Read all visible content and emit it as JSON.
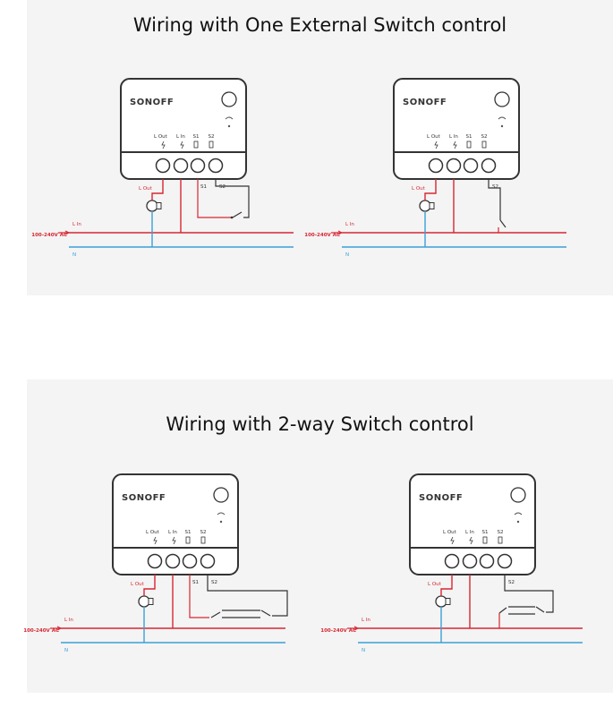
{
  "sections": [
    {
      "title": "Wiring with One External Switch control"
    },
    {
      "title": "Wiring with 2-way Switch control"
    }
  ],
  "device": {
    "brand": "SONOFF",
    "terminals": [
      "L Out",
      "L In",
      "S1",
      "S2"
    ]
  },
  "wires": {
    "l_out": "L Out",
    "l_in": "L In",
    "s1": "S1",
    "s2": "S2",
    "supply": "100-240V AC",
    "neutral": "N"
  },
  "colors": {
    "live": "#d72631",
    "neutral": "#3aa0d8",
    "device_stroke": "#333333"
  }
}
